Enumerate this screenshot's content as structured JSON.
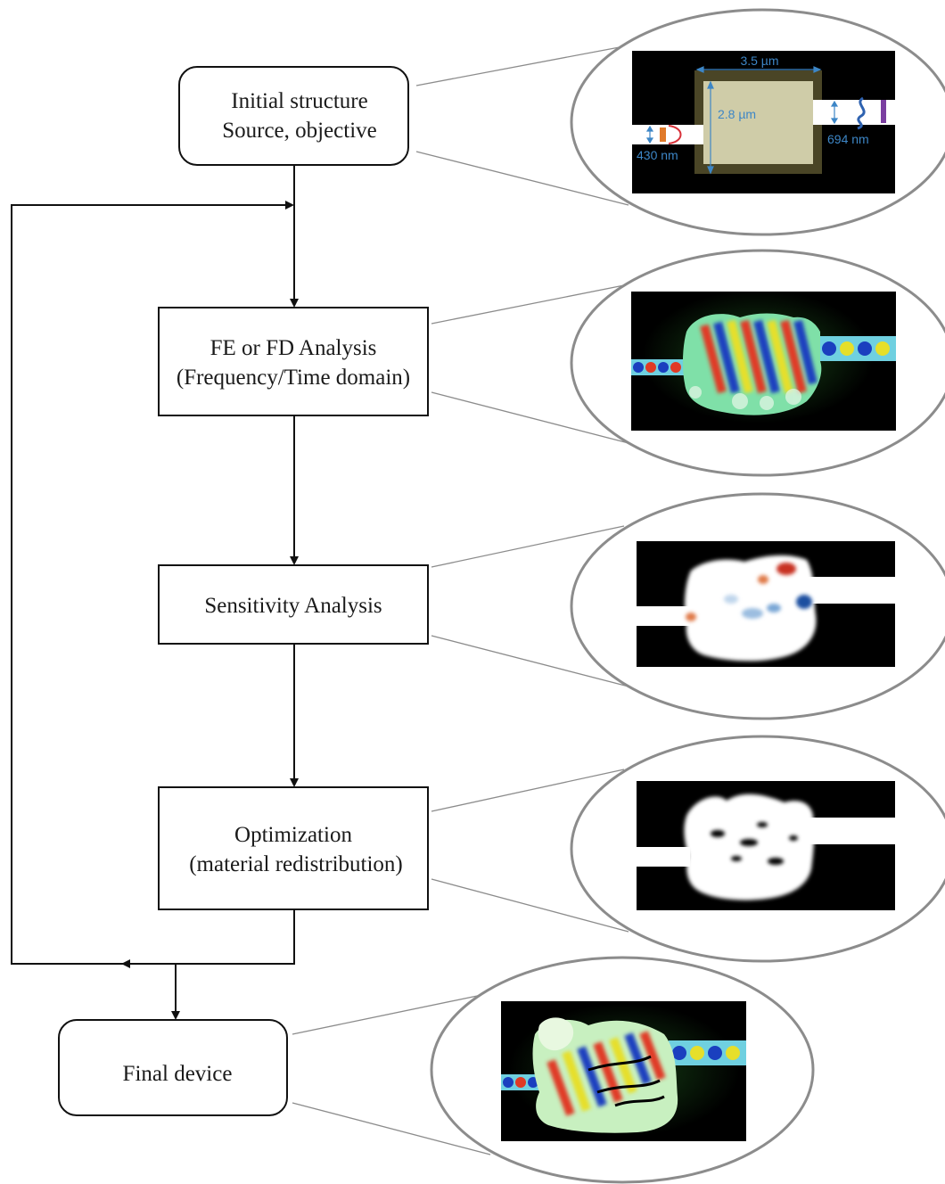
{
  "boxes": {
    "initial": {
      "line1": "Initial structure",
      "line2": "Source, objective"
    },
    "analysis": {
      "line1": "FE or FD Analysis",
      "line2": "(Frequency/Time domain)"
    },
    "sensitivity": {
      "line1": "Sensitivity  Analysis"
    },
    "optimization": {
      "line1": "Optimization",
      "line2": "(material redistribution)"
    },
    "final": {
      "line1": "Final device"
    }
  },
  "initial_structure_labels": {
    "width": "3.5 µm",
    "height": "2.8 µm",
    "input_waveguide": "430 nm",
    "output_waveguide": "694 nm"
  },
  "colors": {
    "design_region": "#cfcca8",
    "design_border": "#4a4526",
    "dimension": "#3d86c6",
    "oval_stroke": "#8c8c8c",
    "source_marker": "#e07a2a",
    "monitor_marker": "#7b3fa0"
  }
}
